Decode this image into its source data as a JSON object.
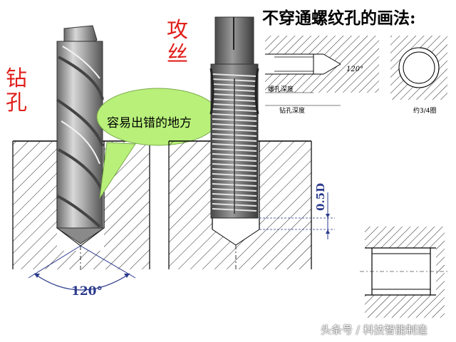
{
  "labels": {
    "drill": [
      "钻",
      "孔"
    ],
    "tap": [
      "攻",
      "丝"
    ],
    "title": "不穿通螺纹孔的画法:",
    "callout": "容易出错的地方",
    "angle": "120°",
    "depth": "0.5D",
    "inset_angle": "120°",
    "inset_thread_depth": "螺孔深度",
    "inset_drill_depth": "钻孔深度",
    "inset_about": "约3/4圈",
    "watermark": "头条号 / 科技智能制造"
  },
  "colors": {
    "accent_red": "#e0201c",
    "callout_green": "#b8f07a",
    "dim_blue": "#2a3a8c",
    "body_hatch": "#222222"
  }
}
